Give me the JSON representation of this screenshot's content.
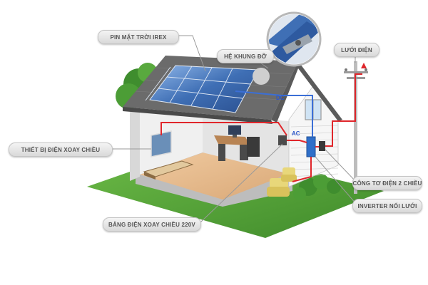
{
  "labels": {
    "solar_panel": "PIN MẶT TRỜI IREX",
    "mounting_frame": "HỆ KHUNG ĐỠ",
    "grid": "LƯỚI ĐIỆN",
    "ac_appliance": "THIẾT BỊ ĐIỆN XOAY CHIỀU",
    "bidirectional_meter": "CÔNG TƠ ĐIỆN 2 CHIỀU",
    "grid_inverter": "INVERTER NỐI LƯỚI",
    "ac_panel_220v": "BẢNG ĐIỆN XOAY CHIỀU 220V"
  },
  "wire_labels": {
    "dc": "DC",
    "ac": "AC"
  },
  "colors": {
    "ac_wire": "#e0262b",
    "dc_wire": "#3b6fd6",
    "grass": "#5aa63a",
    "roof": "#6b6b6b",
    "wall": "#ececec",
    "floor": "#e6b98a",
    "panel": "#3f6fb5"
  }
}
